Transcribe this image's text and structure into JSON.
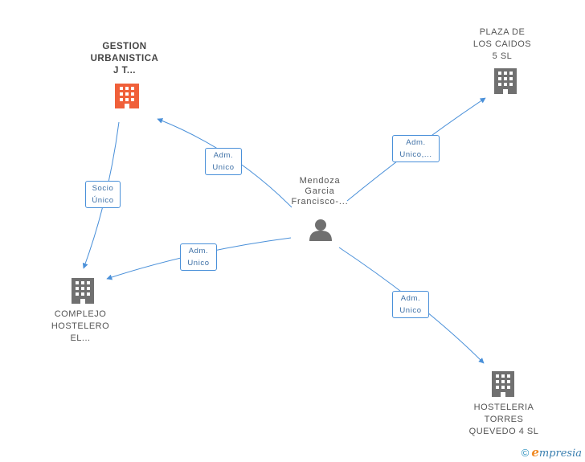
{
  "colors": {
    "edge": "#4a90d9",
    "building_main": "#f0603a",
    "building": "#707070",
    "person": "#707070"
  },
  "nodes": {
    "gestion": {
      "lines": [
        "GESTION",
        "URBANISTICA",
        "J T..."
      ],
      "icon": "building-icon"
    },
    "plaza": {
      "lines": [
        "PLAZA DE",
        "LOS CAIDOS",
        "5 SL"
      ],
      "icon": "building-icon"
    },
    "mendoza": {
      "lines": [
        "Mendoza",
        "Garcia",
        "Francisco-..."
      ],
      "icon": "person-icon"
    },
    "complejo": {
      "lines": [
        "COMPLEJO",
        "HOSTELERO",
        "EL..."
      ],
      "icon": "building-icon"
    },
    "hosteleria": {
      "lines": [
        "HOSTELERIA",
        "TORRES",
        "QUEVEDO 4 SL"
      ],
      "icon": "building-icon"
    }
  },
  "edges": {
    "socio": {
      "lines": [
        "Socio",
        "Único"
      ]
    },
    "adm_gestion": {
      "lines": [
        "Adm.",
        "Unico"
      ]
    },
    "adm_plaza": {
      "lines": [
        "Adm.",
        "Unico,..."
      ]
    },
    "adm_complejo": {
      "lines": [
        "Adm.",
        "Unico"
      ]
    },
    "adm_hosteleria": {
      "lines": [
        "Adm.",
        "Unico"
      ]
    }
  },
  "footer": {
    "copyright": "©",
    "brand_initial": "e",
    "brand_rest": "mpresia"
  }
}
